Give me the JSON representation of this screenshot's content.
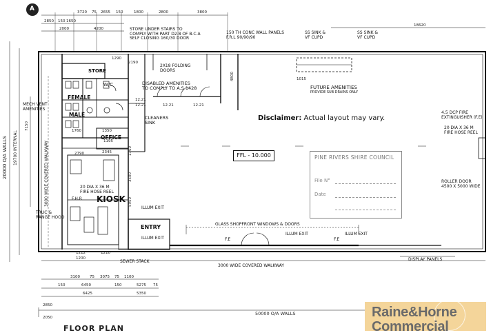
{
  "disclaimer": {
    "bold": "Disclaimer:",
    "text": " Actual layout may vary."
  },
  "ffl": "FFL - 10.000",
  "title_bottom": "FLOOR PLAN",
  "badge": "A",
  "rooms": {
    "store": "STORE",
    "wc1": "W/C",
    "female": "FEMALE",
    "male": "MALE",
    "office": "OFFICE",
    "kiosk": "KIOSK",
    "entry": "ENTRY",
    "cleaners": "CLEANERS",
    "cleaners_sub": "SINK",
    "future_amenities": "FUTURE AMENITIES",
    "future_sub": "PROVIDE SUB DRAINS ONLY"
  },
  "notes": {
    "store_under_stairs": [
      "STORE UNDER STAIRS TO",
      "COMPLY WITH PART D2.8 OF B.C.A",
      "SELF CLOSING 160/30 DOOR"
    ],
    "conc_wall": [
      "150 TH CONC WALL PANELS",
      "F.R.L 90/90/90"
    ],
    "sink1": [
      "SS SINK &",
      "VF CUPD"
    ],
    "sink2": [
      "SS SINK &",
      "VF CUPD"
    ],
    "folding_doors": [
      "2x18 FOLDING",
      "DOORS"
    ],
    "disabled": [
      "DISABLED AMENITIES",
      "TO COMPLY TO A.S 1428"
    ],
    "mech_vent": [
      "MECH VENT",
      "AMENITIES"
    ],
    "range_hood": [
      "TRUC &",
      "RANGE HOOD"
    ],
    "fire_ext": [
      "4.5 DCP FIRE",
      "EXTINGUISHER (F.E)"
    ],
    "fire_hose": [
      "20 DIA X 36 M",
      "FIRE HOSE REEL"
    ],
    "fire_hose2": [
      "20 DIA X 36 M",
      "FIRE HOSE REEL"
    ],
    "roller_door": [
      "ROLLER DOOR",
      "4500 X 5000 WIDE"
    ],
    "shopfront": "GLASS SHOPFRONT WINDOWS & DOORS",
    "walkway": "3000 WIDE COVERED WALKWAY",
    "walkway_v": "3000 WIDE COVERED WALKWAY",
    "display_panels": "DISPLAY PANELS",
    "sewer": "SEWER STACK",
    "illum_exit": "ILLUM EXIT",
    "fe": "F.E",
    "fhr": "F.H.R"
  },
  "dims": {
    "top_row1": [
      "3720",
      "75",
      "2655",
      "150",
      "1800",
      "2800",
      "3800"
    ],
    "top_row2": [
      "2850",
      "150",
      "1650"
    ],
    "top_row3": [
      "2000",
      "4200"
    ],
    "right_top": "18620",
    "left_v1": "20000 O/A WALLS",
    "left_v2": "19700 INTERNAL",
    "left_v3": "7150",
    "bottom_row1": [
      "3100",
      "75",
      "3075",
      "75",
      "1100"
    ],
    "bottom_row2": [
      "150",
      "6450",
      "150",
      "5275",
      "75"
    ],
    "bottom_row3": [
      "6425",
      "5350"
    ],
    "overall": "50000 O/A WALLS",
    "bottom_left": [
      "2850",
      "2050"
    ],
    "misc": [
      "1290",
      "2190",
      "4800",
      "1015",
      "3500",
      "1360",
      "5950",
      "1350",
      "1760",
      "2345",
      "2790",
      "1195",
      "12.21",
      "12.21",
      "12.21",
      "12.21",
      "1212",
      "1210",
      "1200"
    ]
  },
  "stamp": {
    "title": "PINE RIVERS SHIRE COUNCIL",
    "row1": "File N°",
    "row2": "Date",
    "row3": ""
  },
  "logo": {
    "line1": "Raine&Horne",
    "line2": "Commercial"
  }
}
